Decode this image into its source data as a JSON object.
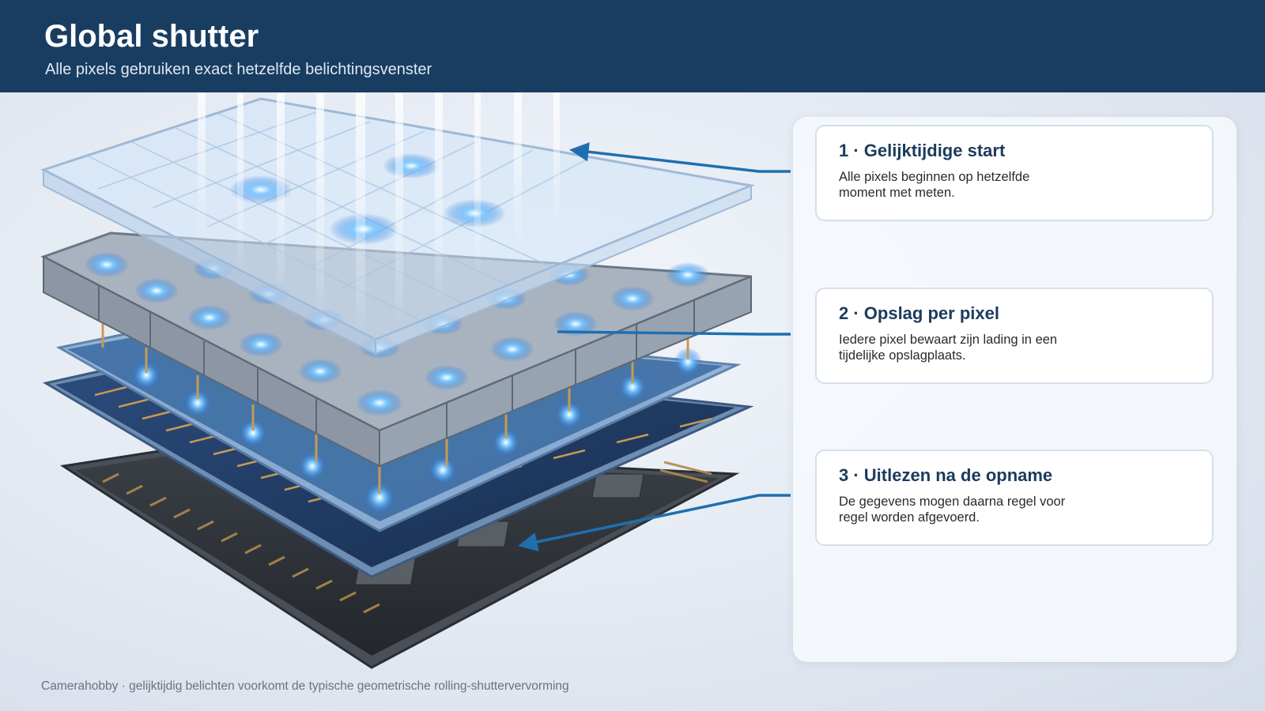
{
  "header": {
    "title": "Global shutter",
    "subtitle": "Alle pixels gebruiken exact hetzelfde belichtingsvenster"
  },
  "steps": [
    {
      "title": "1 · Gelijktijdige start",
      "description": "Alle pixels beginnen op hetzelfde moment met meten."
    },
    {
      "title": "2 · Opslag per pixel",
      "description": "Iedere pixel bewaart zijn lading in een tijdelijke opslagplaats."
    },
    {
      "title": "3 · Uitlezen na de opname",
      "description": "De gegevens mogen daarna regel voor regel worden afgevoerd."
    }
  ],
  "footer": {
    "caption": "Camerahobby · gelijktijdig belichten voorkomt de typische geometrische rolling-shuttervervorming"
  },
  "colors": {
    "header_bg": "#183d61",
    "accent_blue": "#1f6fb0",
    "pixel_glow": "#3d9bff",
    "card_title": "#1b3b5e"
  },
  "icons": [
    "arrow-left-icon"
  ]
}
